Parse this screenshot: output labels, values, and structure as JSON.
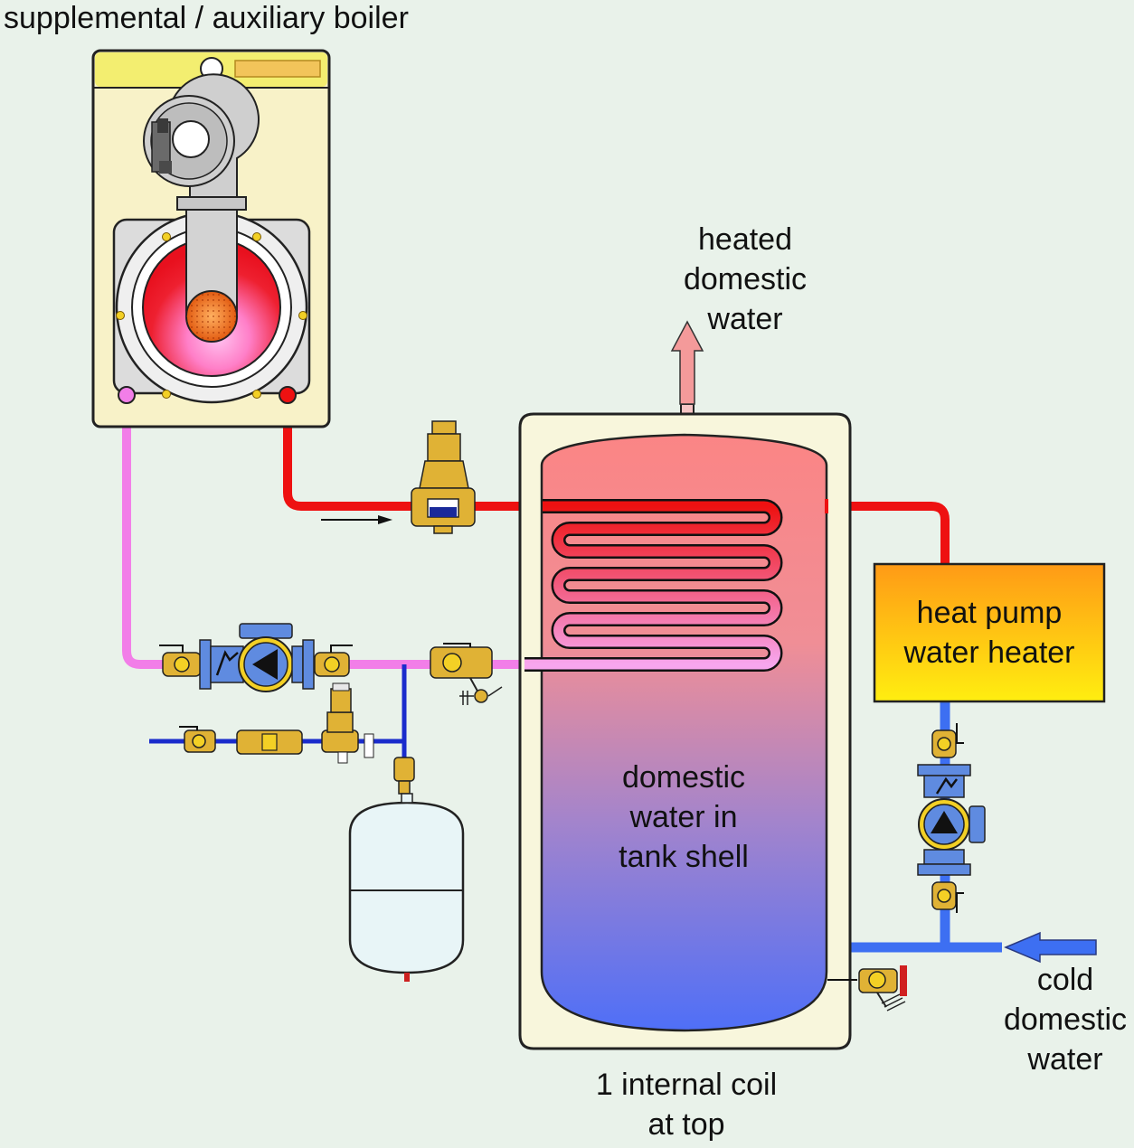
{
  "labels": {
    "boiler": "supplemental / auxiliary boiler",
    "heated_water": [
      "heated",
      "domestic",
      "water"
    ],
    "tank_water": [
      "domestic",
      "water in",
      "tank shell"
    ],
    "heat_pump": [
      "heat pump",
      "water heater"
    ],
    "cold_water": [
      "cold",
      "domestic",
      "water"
    ],
    "coil": [
      "1 internal coil",
      "at top"
    ]
  },
  "colors": {
    "background": "#e9f2ea",
    "hot_pipe": "#ee1111",
    "return_pipe": "#f27ee8",
    "cold_pipe": "#3d6ff2",
    "makeup_pipe": "#1a2ccc",
    "brass": "#e0b235",
    "pump_body": "#5f8be0",
    "boiler_cabinet": "#f8f2c8",
    "heat_pump_top": "#ff9a16",
    "heat_pump_bottom": "#ffee10"
  }
}
